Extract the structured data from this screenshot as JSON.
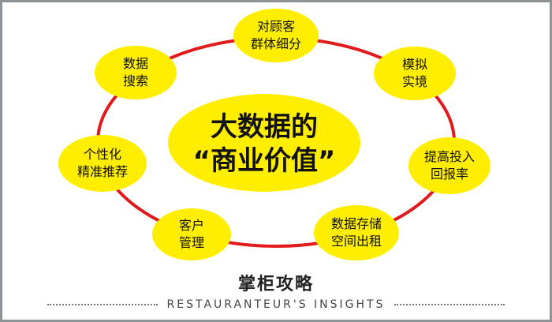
{
  "diagram": {
    "center": {
      "line1": "大数据的",
      "line2": "“商业价值”"
    },
    "nodes": [
      {
        "id": "segmentation",
        "line1": "对顾客",
        "line2": "群体细分"
      },
      {
        "id": "simulation",
        "line1": "模拟",
        "line2": "实境"
      },
      {
        "id": "roi",
        "line1": "提高投入",
        "line2": "回报率"
      },
      {
        "id": "storage",
        "line1": "数据存储",
        "line2": "空间出租"
      },
      {
        "id": "crm",
        "line1": "客户",
        "line2": "管理"
      },
      {
        "id": "recommendation",
        "line1": "个性化",
        "line2": "精准推荐"
      },
      {
        "id": "search",
        "line1": "数据",
        "line2": "搜索"
      }
    ]
  },
  "footer": {
    "brand": "掌柜攻略",
    "tagline": "RESTAURANTEUR'S  INSIGHTS"
  },
  "colors": {
    "node_fill": "#ffee00",
    "ring": "#e11b1b",
    "frame": "#8f9396",
    "text": "#111111"
  }
}
